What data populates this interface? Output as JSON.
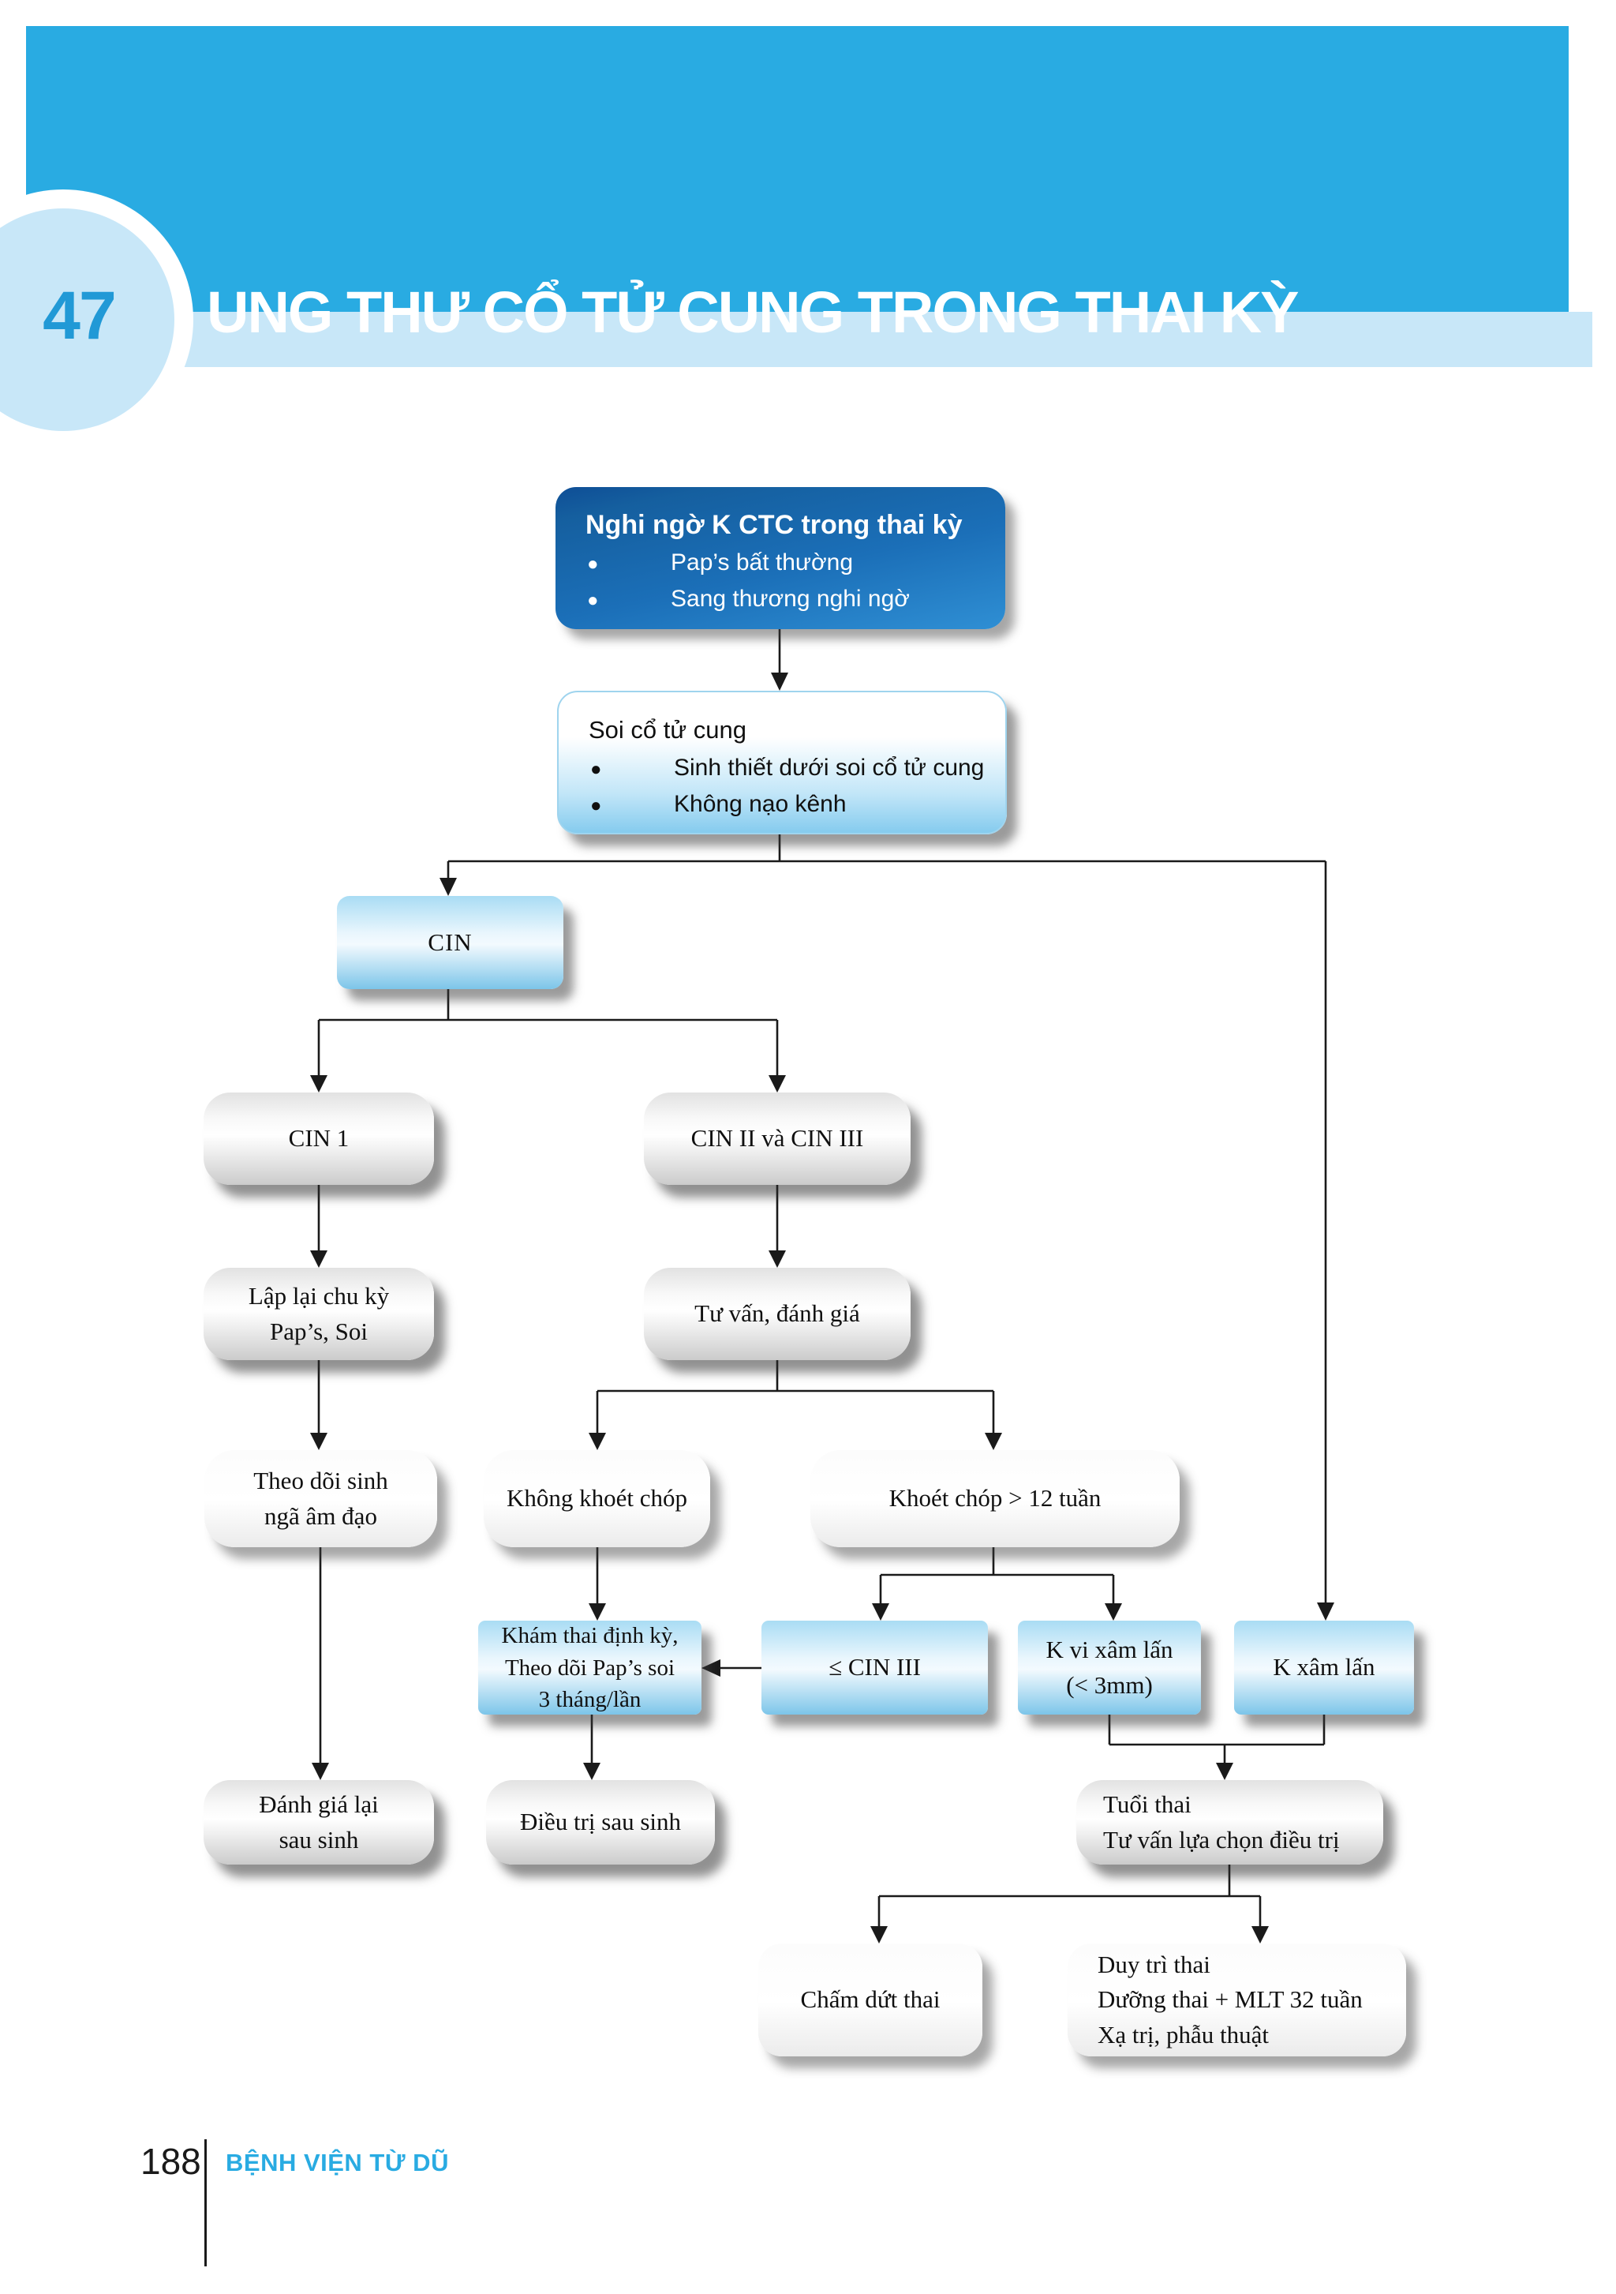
{
  "header": {
    "chapter_number": "47",
    "title": "UNG THƯ CỔ TỬ CUNG TRONG THAI KỲ"
  },
  "colors": {
    "header_blue": "#29abe2",
    "header_light_blue": "#c8e7f8",
    "brand_blue": "#29abe2",
    "dark_node_blue_top": "#0e4e96",
    "dark_node_blue_bottom": "#2f8fd4",
    "light_node_blue": "#85cbee",
    "connector_black": "#1a1a1a"
  },
  "flowchart": {
    "nodes": {
      "nghi_ngo": {
        "title": "Nghi ngờ K CTC trong thai kỳ",
        "bullet_dot": "●",
        "bullets": [
          "Pap’s bất thường",
          "Sang thương nghi ngờ"
        ]
      },
      "soi": {
        "title": "Soi cổ tử cung",
        "bullet_dot": "●",
        "bullets": [
          "Sinh thiết dưới soi cổ tử cung",
          "Không nạo kênh"
        ]
      },
      "cin": "CIN",
      "cin1": "CIN 1",
      "cin23": "CIN II và CIN III",
      "lap_lai": "Lập lại chu kỳ\nPap’s,  Soi",
      "tu_van": "Tư vấn, đánh giá",
      "theo_doi": "Theo dõi sinh\nngã âm đạo",
      "khong_khoet": "Không khoét chóp",
      "khoet_chop": "Khoét chóp > 12 tuần",
      "kham_thai": "Khám  thai định kỳ,\nTheo dõi Pap’s soi\n3 tháng/lần",
      "cin3_le": "≤ CIN III",
      "k_vi_xam_lan": "K vi xâm lấn\n(< 3mm)",
      "k_xam_lan": "K xâm lấn",
      "danh_gia": "Đánh giá lại\nsau sinh",
      "dieu_tri": "Điều trị sau sinh",
      "tuoi_thai": "Tuổi thai\nTư vấn lựa chọn điều trị",
      "cham_dut": "Chấm dứt thai",
      "duy_tri": "Duy trì thai\nDưỡng thai  + MLT 32 tuần\nXạ trị, phẫu thuật"
    }
  },
  "footer": {
    "page_number": "188",
    "brand": "BỆNH VIỆN TỪ DŨ"
  }
}
